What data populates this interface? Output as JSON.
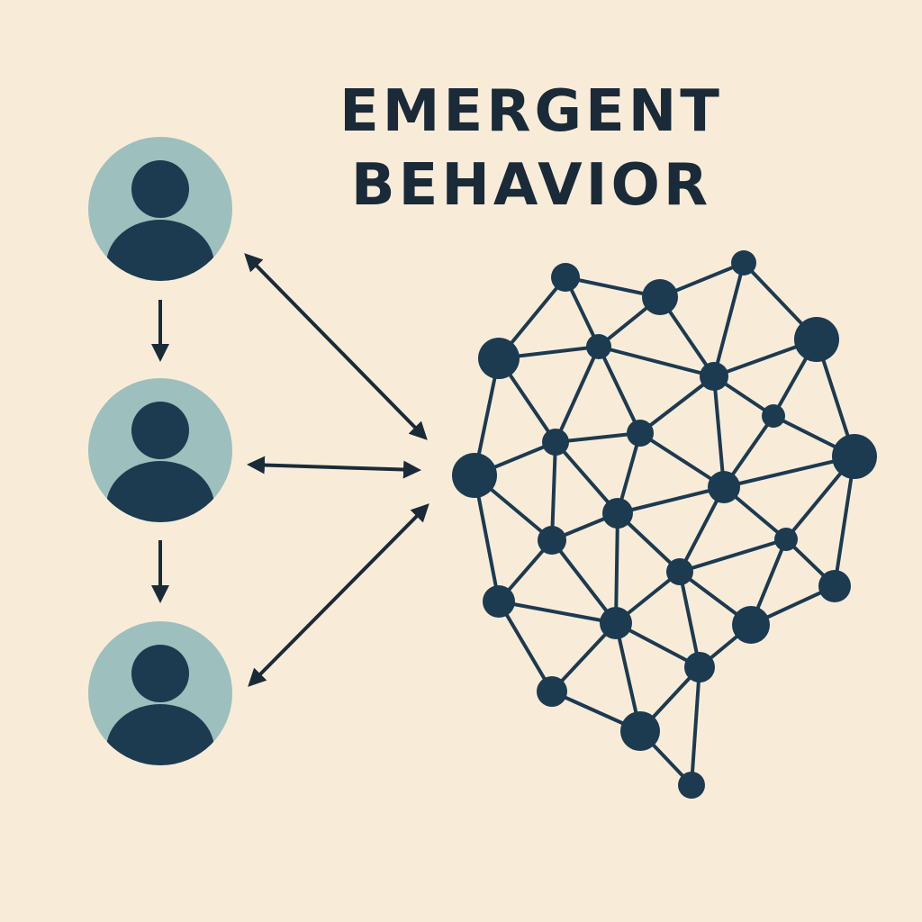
{
  "title": {
    "line1": "EMERGENT",
    "line2": "BEHAVIOR"
  },
  "colors": {
    "background": "#f8ecd9",
    "dark": "#1c3a50",
    "avatar_bg": "#9dbfbd"
  },
  "agents": [
    "agent-1",
    "agent-2",
    "agent-3"
  ]
}
